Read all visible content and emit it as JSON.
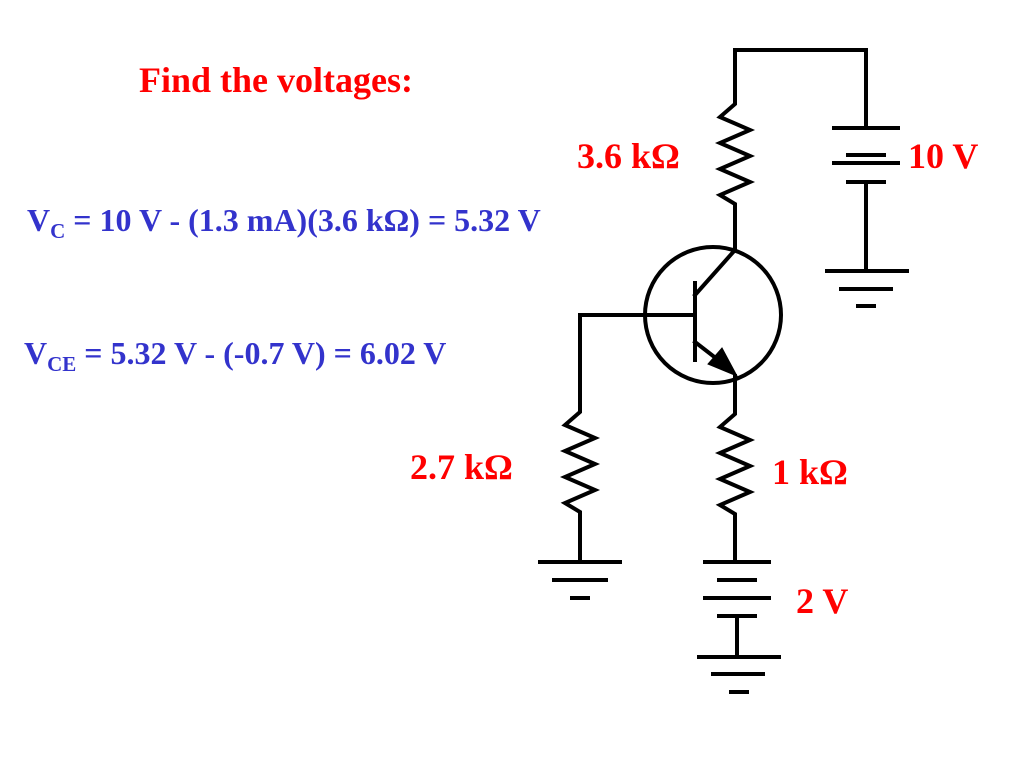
{
  "title": "Find the voltages:",
  "equations": {
    "vc": {
      "var": "V",
      "sub": "C",
      "rest": " = 10 V - (1.3 mA)(3.6 kΩ) = 5.32 V"
    },
    "vce": {
      "var": "V",
      "sub": "CE",
      "rest": " = 5.32 V - (-0.7 V) = 6.02 V"
    }
  },
  "labels": {
    "r_collector": "3.6 kΩ",
    "v_supply": "10 V",
    "r_base": "2.7 kΩ",
    "r_emitter": "1 kΩ",
    "v_emitter_source": "2 V"
  },
  "colors": {
    "title_and_labels": "#ff0000",
    "equations": "#3333cc",
    "wires": "#000000"
  }
}
